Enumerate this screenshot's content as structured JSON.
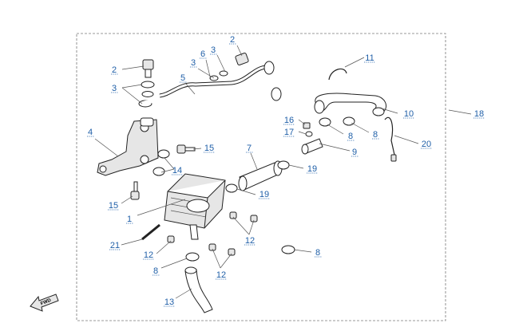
{
  "callouts": [
    {
      "id": "c-1",
      "text": "1"
    },
    {
      "id": "c-2a",
      "text": "2"
    },
    {
      "id": "c-2b",
      "text": "2"
    },
    {
      "id": "c-3a",
      "text": "3"
    },
    {
      "id": "c-3b",
      "text": "3"
    },
    {
      "id": "c-3c",
      "text": "3"
    },
    {
      "id": "c-4",
      "text": "4"
    },
    {
      "id": "c-5",
      "text": "5"
    },
    {
      "id": "c-6",
      "text": "6"
    },
    {
      "id": "c-7",
      "text": "7"
    },
    {
      "id": "c-8a",
      "text": "8"
    },
    {
      "id": "c-8b",
      "text": "8"
    },
    {
      "id": "c-8c",
      "text": "8"
    },
    {
      "id": "c-8d",
      "text": "8"
    },
    {
      "id": "c-9",
      "text": "9"
    },
    {
      "id": "c-10",
      "text": "10"
    },
    {
      "id": "c-11",
      "text": "11"
    },
    {
      "id": "c-12a",
      "text": "12"
    },
    {
      "id": "c-12b",
      "text": "12"
    },
    {
      "id": "c-12c",
      "text": "12"
    },
    {
      "id": "c-13",
      "text": "13"
    },
    {
      "id": "c-14",
      "text": "14"
    },
    {
      "id": "c-15a",
      "text": "15"
    },
    {
      "id": "c-15b",
      "text": "15"
    },
    {
      "id": "c-16",
      "text": "16"
    },
    {
      "id": "c-17",
      "text": "17"
    },
    {
      "id": "c-18",
      "text": "18"
    },
    {
      "id": "c-19a",
      "text": "19"
    },
    {
      "id": "c-19b",
      "text": "19"
    },
    {
      "id": "c-20",
      "text": "20"
    },
    {
      "id": "c-21",
      "text": "21"
    }
  ],
  "fwd_label": "FWD"
}
